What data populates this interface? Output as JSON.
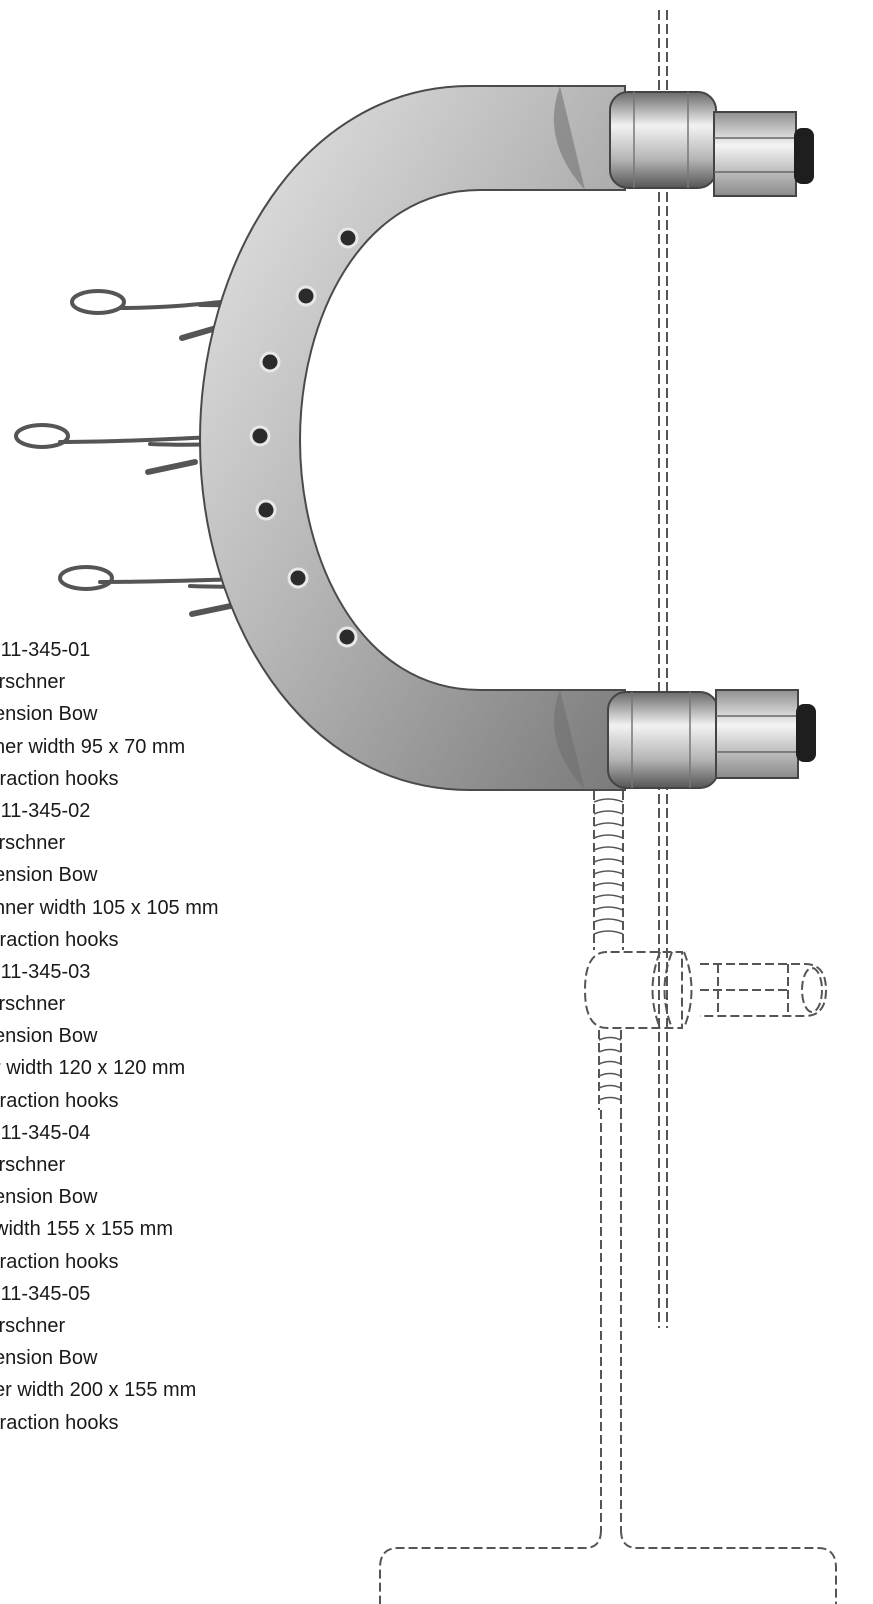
{
  "products": [
    {
      "code": "-11-345-01",
      "name_line1": "irschner",
      "name_line2": "ension Bow",
      "dimensions": "ner width 95 x 70 mm",
      "note": "traction hooks"
    },
    {
      "code": "-11-345-02",
      "name_line1": "irschner",
      "name_line2": "ension Bow",
      "dimensions": "nner width 105 x 105 mm",
      "note": "traction hooks"
    },
    {
      "code": "-11-345-03",
      "name_line1": "irschner",
      "name_line2": "ension Bow",
      "dimensions": "r width 120 x 120 mm",
      "note": "traction hooks"
    },
    {
      "code": "-11-345-04",
      "name_line1": "irschner",
      "name_line2": "ension Bow",
      "dimensions": " width 155 x 155 mm",
      "note": "traction hooks"
    },
    {
      "code": "-11-345-05",
      "name_line1": "irschner",
      "name_line2": "ension Bow",
      "dimensions": "er width 200 x 155 mm",
      "note": "traction hooks"
    }
  ],
  "colors": {
    "text": "#1a1a1a",
    "metal_light": "#e4e4e4",
    "metal_mid": "#a9a9a9",
    "metal_dark": "#5c5c5c",
    "line_art": "#555555"
  },
  "icons": {
    "illustration": "kirschner-tension-bow-drawing"
  }
}
